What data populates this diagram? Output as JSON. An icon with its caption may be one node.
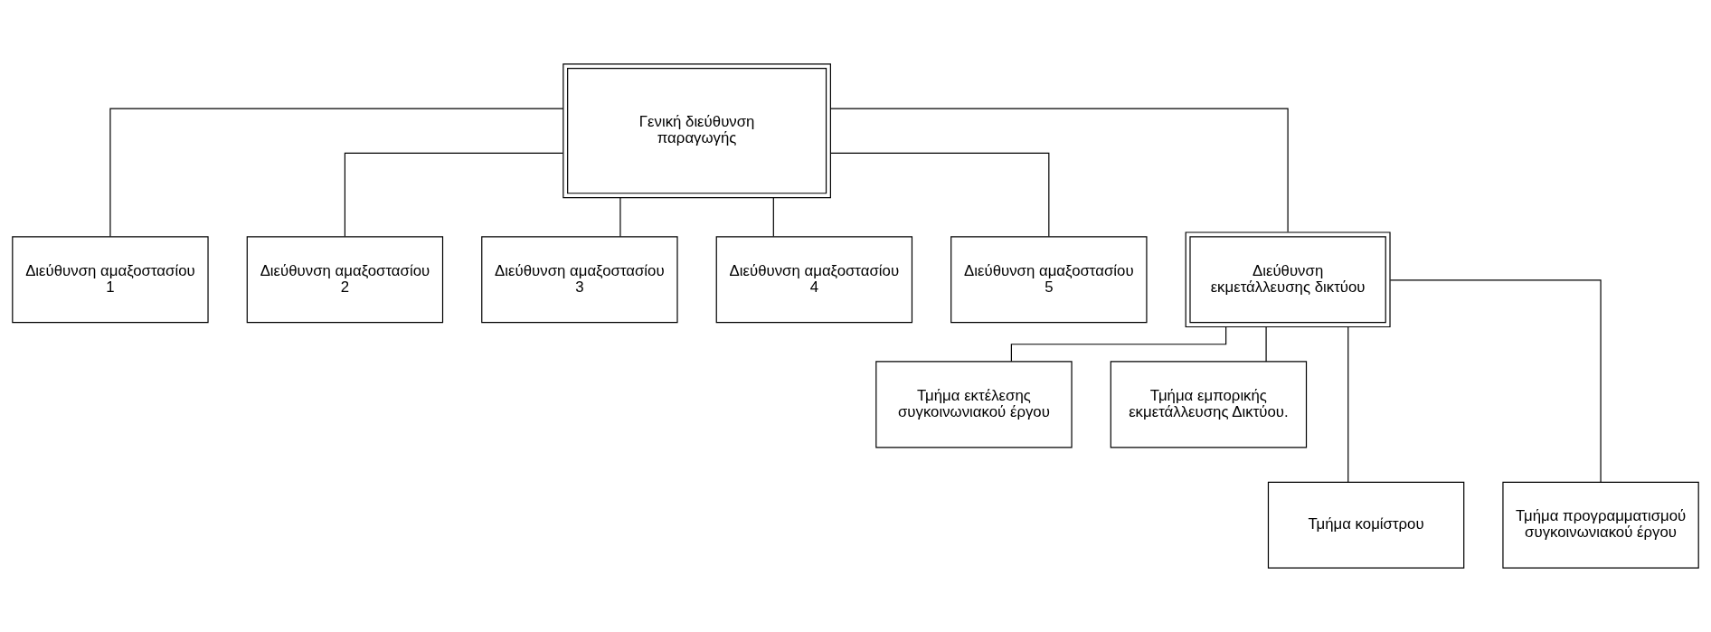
{
  "diagram": {
    "nodes": [
      {
        "text": [
          "Γενική διεύθυνση παραγωγής"
        ]
      },
      {
        "text": [
          "Διεύθυνση αμαξοστασίου 1"
        ]
      },
      {
        "text": [
          "Διεύθυνση αμαξοστασίου 2"
        ]
      },
      {
        "text": [
          "Διεύθυνση αμαξοστασίου 3"
        ]
      },
      {
        "text": [
          "Διεύθυνση αμαξοστασίου 4"
        ]
      },
      {
        "text": [
          "Διεύθυνση αμαξοστασίου 5"
        ]
      },
      {
        "text": [
          "Διεύθυνση εκμετάλλευσης δικτύου"
        ]
      },
      {
        "text": [
          "Τμήμα εκτέλεσης συγκοινωνιακού έργου"
        ]
      },
      {
        "text": [
          "Τμήμα εμπορικής εκμετάλλευσης Δικτύου."
        ]
      },
      {
        "text": [
          "Τμήμα κομίστρου"
        ]
      },
      {
        "text": [
          "Τμήμα προγραμματισμού συγκοινωνιακού έργου"
        ]
      }
    ],
    "edges": [
      {
        "from": 0,
        "to": 1,
        "arrow": "none"
      },
      {
        "from": 0,
        "to": 2,
        "arrow": "none"
      },
      {
        "from": 0,
        "to": 3,
        "arrow": "none"
      },
      {
        "from": 0,
        "to": 4,
        "arrow": "none"
      },
      {
        "from": 0,
        "to": 5,
        "arrow": "none"
      },
      {
        "from": 0,
        "to": 6,
        "arrow": "none"
      },
      {
        "from": 6,
        "to": 7,
        "arrow": "none"
      },
      {
        "from": 6,
        "to": 8,
        "arrow": "none"
      },
      {
        "from": 6,
        "to": 9,
        "arrow": "none"
      },
      {
        "from": 6,
        "to": 10,
        "arrow": "none"
      }
    ]
  }
}
